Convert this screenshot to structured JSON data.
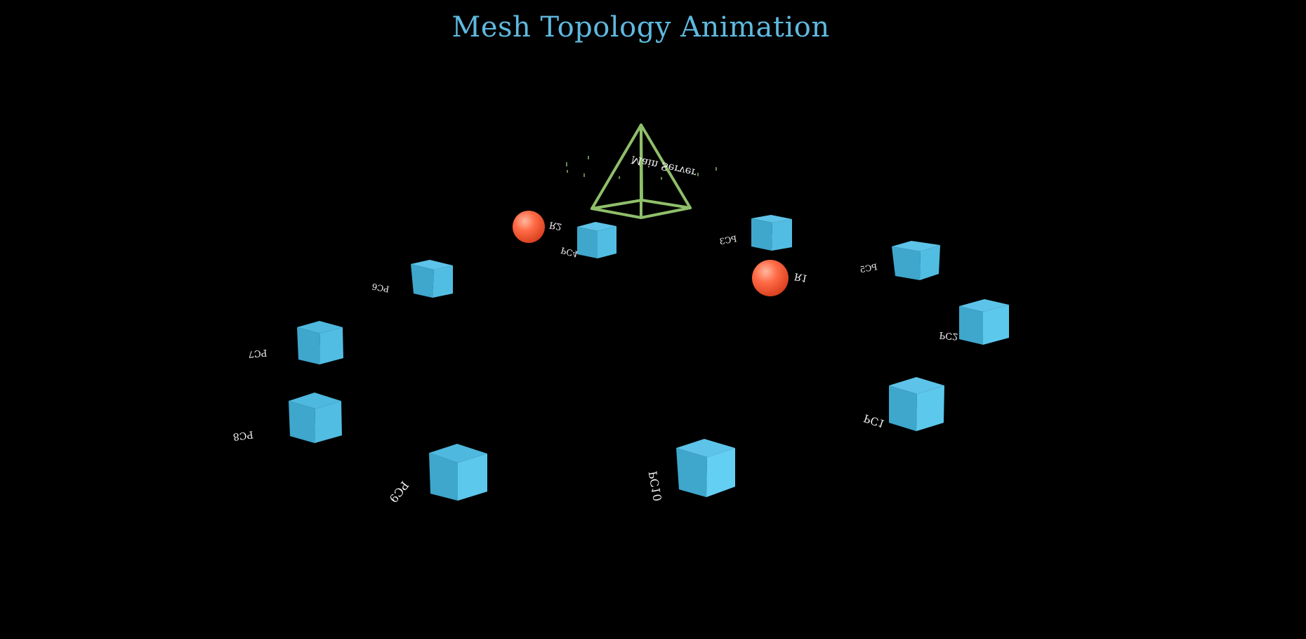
{
  "title": "Mesh Topology Animation",
  "colors": {
    "background": "#000000",
    "title": "#5fb9df",
    "server": "#8fbf6a",
    "router": "#ff6a45",
    "pc": "#47b4da",
    "label": "#f2f2f2"
  },
  "server": {
    "label": "Main Server",
    "icon": "pyramid-wireframe-icon"
  },
  "routers": [
    {
      "label": "R1",
      "icon": "sphere-icon"
    },
    {
      "label": "R2",
      "icon": "sphere-icon"
    }
  ],
  "pcs": [
    {
      "label": "PC1",
      "icon": "cube-icon"
    },
    {
      "label": "PC2",
      "icon": "cube-icon"
    },
    {
      "label": "PC3",
      "icon": "cube-icon"
    },
    {
      "label": "PC4",
      "icon": "cube-icon"
    },
    {
      "label": "PC5",
      "icon": "cube-icon"
    },
    {
      "label": "PC6",
      "icon": "cube-icon"
    },
    {
      "label": "PC7",
      "icon": "cube-icon"
    },
    {
      "label": "PC8",
      "icon": "cube-icon"
    },
    {
      "label": "PC9",
      "icon": "cube-icon"
    },
    {
      "label": "PC10",
      "icon": "cube-icon"
    }
  ]
}
